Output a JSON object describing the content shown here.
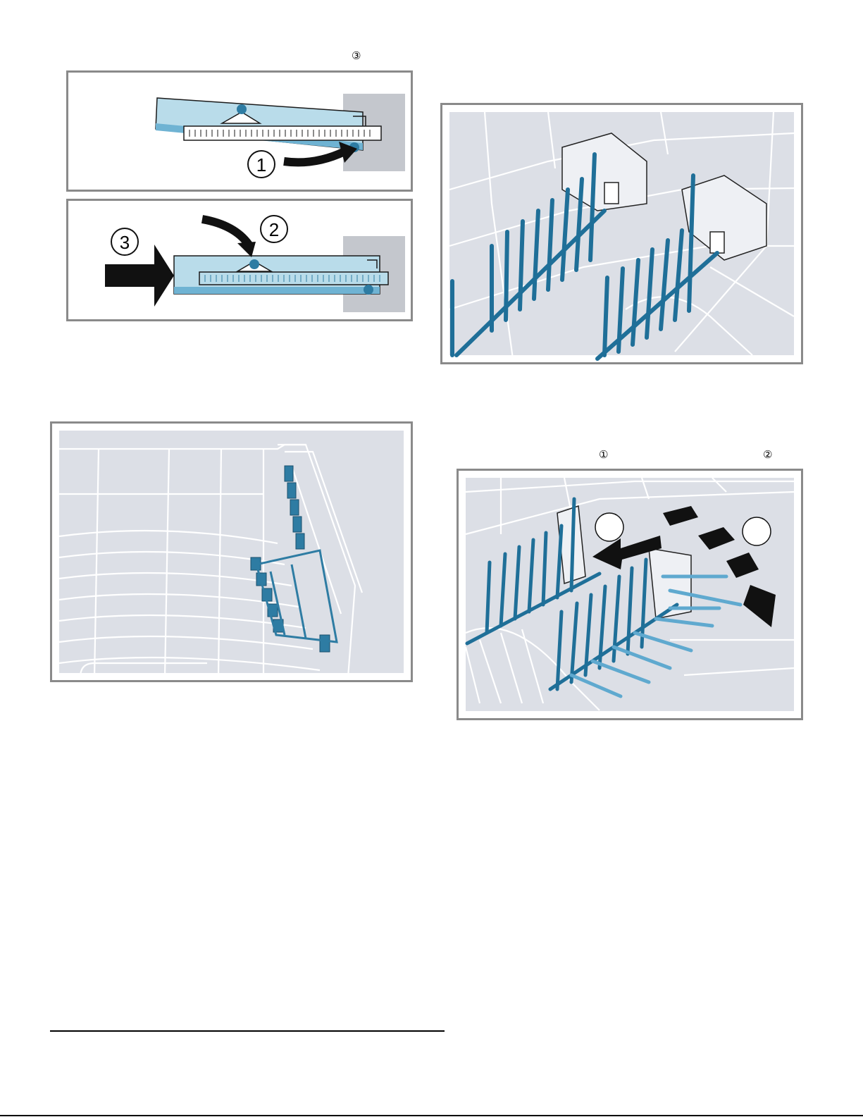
{
  "markers": {
    "top_left": "③",
    "bottom_right_first": "①",
    "bottom_right_second": "②"
  },
  "figure_a": {
    "step1": "1",
    "step2": "2",
    "step3": "3"
  },
  "colors": {
    "part_blue": "#b9dcea",
    "tine_blue": "#2e7ca3",
    "rack_bg": "#dcdfe6",
    "wall_grey": "#c4c7cd",
    "frame_grey": "#8a8a8a"
  }
}
